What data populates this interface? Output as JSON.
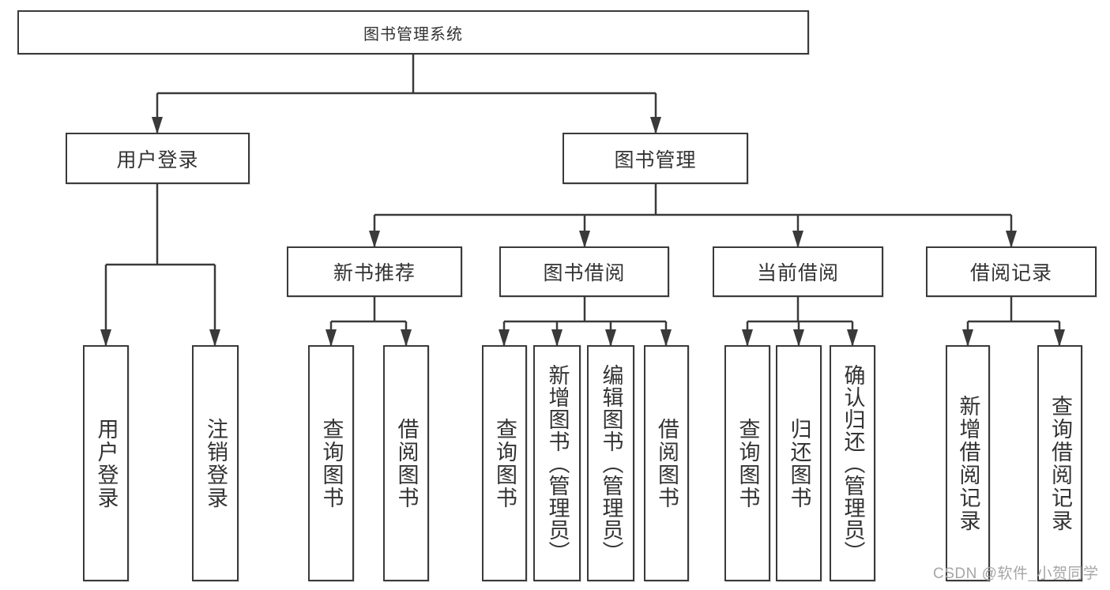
{
  "diagram": {
    "title": "图书管理系统",
    "watermark": "CSDN @软件_小贺同学",
    "colors": {
      "line": "#3a3a3a",
      "border": "#3a3a3a",
      "text": "#333333",
      "watermark": "#a6a6a6",
      "background": "#ffffff"
    },
    "nodes": {
      "root": {
        "label": "图书管理系统"
      },
      "user_login": {
        "label": "用户登录"
      },
      "book_mgmt": {
        "label": "图书管理"
      },
      "new_book_rec": {
        "label": "新书推荐"
      },
      "book_borrow": {
        "label": "图书借阅"
      },
      "current_borrow": {
        "label": "当前借阅"
      },
      "borrow_record": {
        "label": "借阅记录"
      },
      "ul_user_login": {
        "label": "用户登录"
      },
      "ul_logout": {
        "label": "注销登录"
      },
      "nbr_query_book": {
        "label": "查询图书"
      },
      "nbr_borrow_book": {
        "label": "借阅图书"
      },
      "bb_query_book": {
        "label": "查询图书"
      },
      "bb_add_book": {
        "label": "新增图书（管理员）"
      },
      "bb_edit_book": {
        "label": "编辑图书（管理员）"
      },
      "bb_borrow_book": {
        "label": "借阅图书"
      },
      "cb_query_book": {
        "label": "查询图书"
      },
      "cb_return_book": {
        "label": "归还图书"
      },
      "cb_confirm_return": {
        "label": "确认归还（管理员）"
      },
      "br_add_record": {
        "label": "新增借阅记录"
      },
      "br_query_record": {
        "label": "查询借阅记录"
      }
    },
    "edges": [
      {
        "from": "root",
        "to": [
          "user_login",
          "book_mgmt"
        ]
      },
      {
        "from": "user_login",
        "to": [
          "ul_user_login",
          "ul_logout"
        ]
      },
      {
        "from": "book_mgmt",
        "to": [
          "new_book_rec",
          "book_borrow",
          "current_borrow",
          "borrow_record"
        ]
      },
      {
        "from": "new_book_rec",
        "to": [
          "nbr_query_book",
          "nbr_borrow_book"
        ]
      },
      {
        "from": "book_borrow",
        "to": [
          "bb_query_book",
          "bb_add_book",
          "bb_edit_book",
          "bb_borrow_book"
        ]
      },
      {
        "from": "current_borrow",
        "to": [
          "cb_query_book",
          "cb_return_book",
          "cb_confirm_return"
        ]
      },
      {
        "from": "borrow_record",
        "to": [
          "br_add_record",
          "br_query_record"
        ]
      }
    ]
  }
}
